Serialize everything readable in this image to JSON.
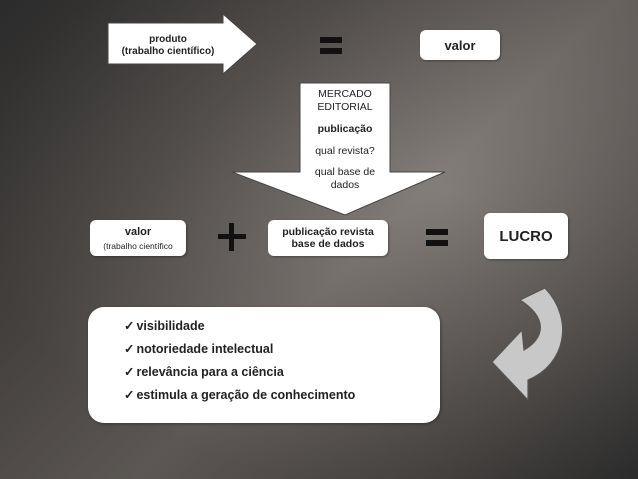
{
  "top_row": {
    "product_line1": "produto",
    "product_line2": "(trabalho científico)",
    "value_label": "valor"
  },
  "market_box": {
    "line1": "MERCADO",
    "line2": "EDITORIAL",
    "publication": "publicação",
    "question1": "qual revista?",
    "question2_line1": "qual base de",
    "question2_line2": "dados"
  },
  "middle_row": {
    "value_line1": "valor",
    "value_line2": "(trabalho científico",
    "publication_line1": "publicação revista",
    "publication_line2": "base de dados",
    "profit_label": "LUCRO"
  },
  "benefits": {
    "check_symbol": "✓",
    "items": [
      "visibilidade",
      "notoriedade intelectual",
      "relevância para a ciência",
      "estimula a geração de conhecimento"
    ]
  },
  "colors": {
    "arrow_fill": "#ffffff",
    "curved_arrow_fill": "#c8c8c8",
    "symbol_color": "#111111"
  }
}
